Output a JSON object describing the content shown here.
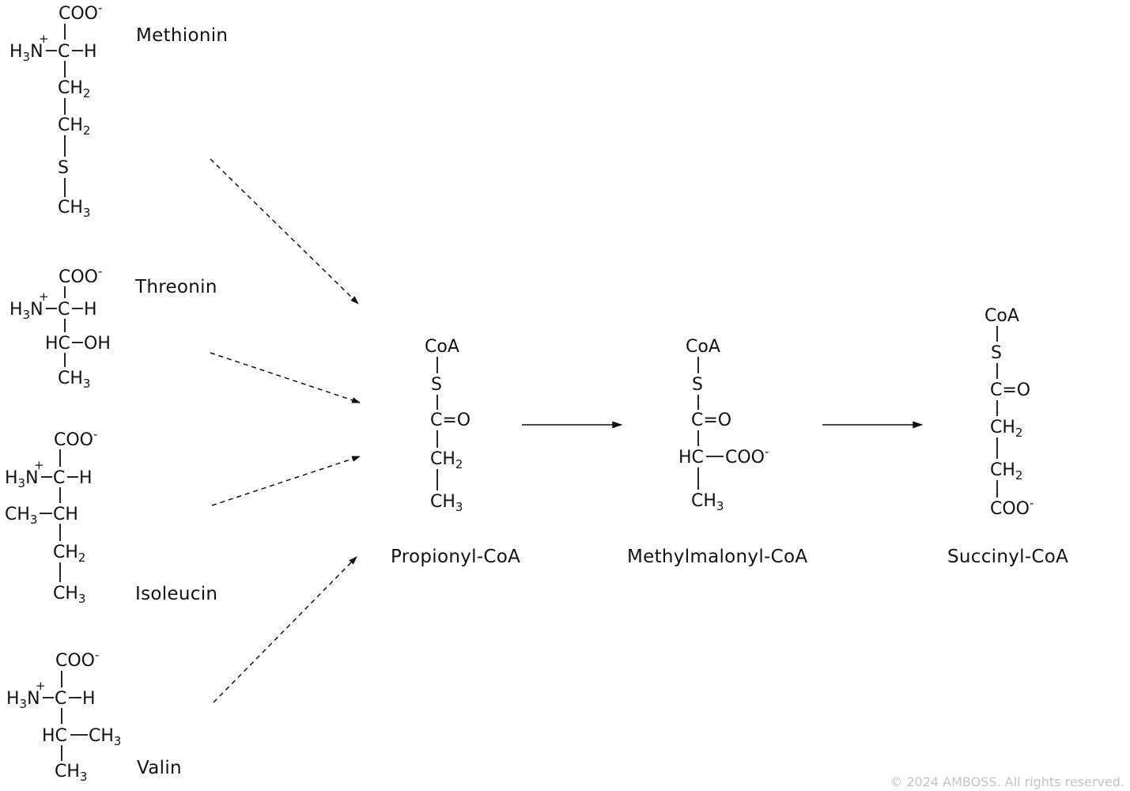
{
  "diagram": {
    "amino_acids": {
      "methionine": {
        "name": "Methionin"
      },
      "threonine": {
        "name": "Threonin"
      },
      "isoleucine": {
        "name": "Isoleucin"
      },
      "valine": {
        "name": "Valin"
      }
    },
    "intermediates": {
      "propionyl": {
        "name": "Propionyl-CoA"
      },
      "methylmalonyl": {
        "name": "Methylmalonyl-CoA"
      },
      "succinyl": {
        "name": "Succinyl-CoA"
      }
    },
    "atoms": {
      "coo": "COO",
      "neg": "-",
      "plus": "+",
      "h3": "H",
      "three": "3",
      "two": "2",
      "n": "N",
      "c": "C",
      "h": "H",
      "ch": "CH",
      "hc": "HC",
      "s": "S",
      "oh": "OH",
      "coa": "CoA",
      "c_eq_o": "C=O",
      "hc_bond": "HC"
    },
    "copyright": "© 2024 AMBOSS. All rights reserved."
  }
}
